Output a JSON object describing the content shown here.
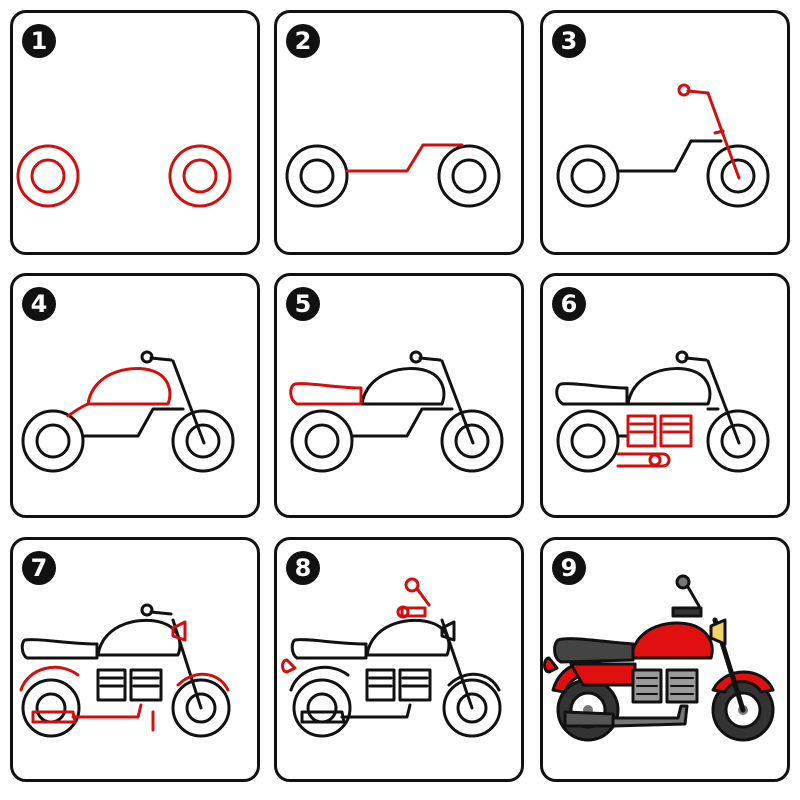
{
  "steps": [
    {
      "number": "1"
    },
    {
      "number": "2"
    },
    {
      "number": "3"
    },
    {
      "number": "4"
    },
    {
      "number": "5"
    },
    {
      "number": "6"
    },
    {
      "number": "7"
    },
    {
      "number": "8"
    },
    {
      "number": "9"
    }
  ],
  "colors": {
    "outline": "#111111",
    "new_stroke": "#d10f0f",
    "body_red": "#e01010",
    "seat": "#444444",
    "engine_gray": "#9a9a9a",
    "headlight": "#f2d36b"
  },
  "icons": [
    "motorcycle-wheel",
    "motorcycle-frame",
    "handlebar",
    "fuel-tank",
    "seat",
    "v-twin-engine",
    "exhaust-pipe",
    "fender",
    "headlight",
    "mirror"
  ]
}
